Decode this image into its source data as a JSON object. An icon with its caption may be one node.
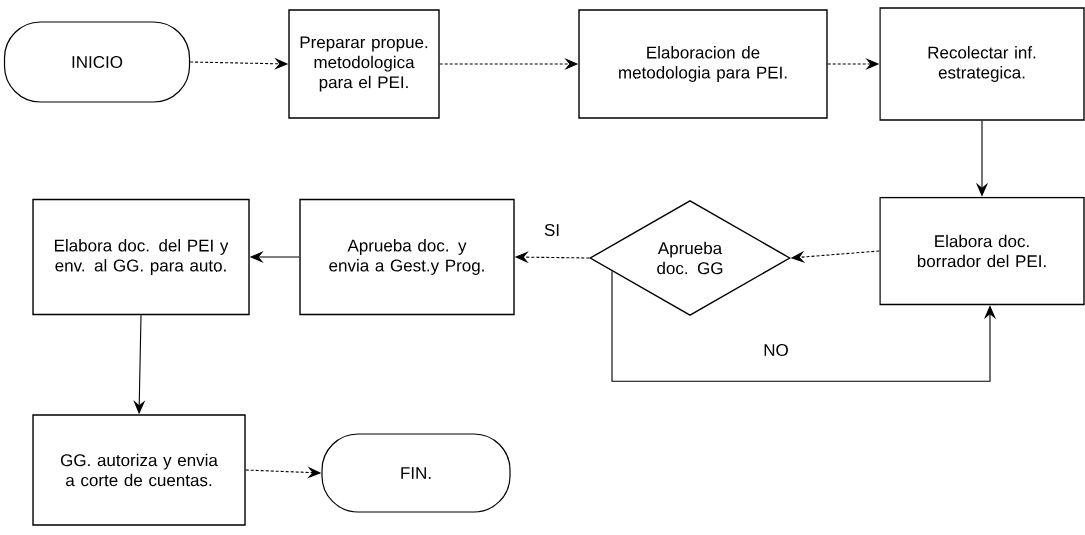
{
  "diagram": {
    "nodes": [
      {
        "text": [
          "INICIO"
        ]
      },
      {
        "text": [
          "Preparar propue. metodologica para el PEI."
        ]
      },
      {
        "text": [
          "Elaboracion de metodologia para PEI."
        ]
      },
      {
        "text": [
          "Recolectar inf. estrategica."
        ]
      },
      {
        "text": [
          "Elabora doc. borrador del PEI."
        ]
      },
      {
        "text": [
          "Aprueba doc. GG"
        ]
      },
      {
        "text": [
          "Aprueba doc. y envia a Gest.y Prog."
        ]
      },
      {
        "text": [
          "Elabora doc. del PEI y env. al GG. para auto."
        ]
      },
      {
        "text": [
          "GG. autoriza y envia a corte de cuentas."
        ]
      },
      {
        "text": [
          "FIN."
        ]
      }
    ],
    "edges": [
      {
        "from": 0,
        "to": 1,
        "arrow": "to",
        "style": "dashed"
      },
      {
        "from": 1,
        "to": 2,
        "arrow": "to",
        "style": "dashed"
      },
      {
        "from": 2,
        "to": 3,
        "arrow": "to",
        "style": "dashed"
      },
      {
        "from": 3,
        "to": 4,
        "arrow": "to"
      },
      {
        "from": 4,
        "to": 5,
        "arrow": "to",
        "style": "dashed"
      },
      {
        "from": 5,
        "to": 6,
        "arrow": "to",
        "style": "dashed",
        "label": "SI"
      },
      {
        "from": 5,
        "to": 4,
        "arrow": "to",
        "label": "NO"
      },
      {
        "from": 6,
        "to": 7,
        "arrow": "to"
      },
      {
        "from": 7,
        "to": 8,
        "arrow": "to"
      },
      {
        "from": 8,
        "to": 9,
        "arrow": "to",
        "style": "dashed"
      }
    ]
  }
}
